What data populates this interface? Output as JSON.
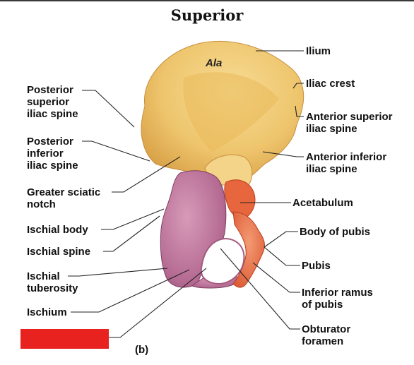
{
  "title": "Superior",
  "figure_label": "(b)",
  "region_label": "Ala",
  "labels_left": {
    "post_sup_iliac_spine": [
      "Posterior",
      "superior",
      "iliac spine"
    ],
    "post_inf_iliac_spine": [
      "Posterior",
      "inferior",
      "iliac spine"
    ],
    "greater_sciatic_notch": [
      "Greater sciatic",
      "notch"
    ],
    "ischial_body": [
      "Ischial body"
    ],
    "ischial_spine": [
      "Ischial spine"
    ],
    "ischial_tuberosity": [
      "Ischial",
      "tuberosity"
    ],
    "ischium": [
      "Ischium"
    ]
  },
  "labels_right": {
    "ilium": [
      "Ilium"
    ],
    "iliac_crest": [
      "Iliac crest"
    ],
    "ant_sup_iliac_spine": [
      "Anterior superior",
      "iliac spine"
    ],
    "ant_inf_iliac_spine": [
      "Anterior inferior",
      "iliac spine"
    ],
    "acetabulum": [
      "Acetabulum"
    ],
    "body_of_pubis": [
      "Body of pubis"
    ],
    "pubis": [
      "Pubis"
    ],
    "inferior_ramus_of_pubis": [
      "Inferior ramus",
      "of pubis"
    ],
    "obturator_foramen": [
      "Obturator",
      "foramen"
    ]
  },
  "colors": {
    "ilium": "#f0c870",
    "ischium": "#b46a92",
    "pubis": "#e8663e",
    "acetabulum": "#e05a3a",
    "redaction": "#e8221f"
  }
}
